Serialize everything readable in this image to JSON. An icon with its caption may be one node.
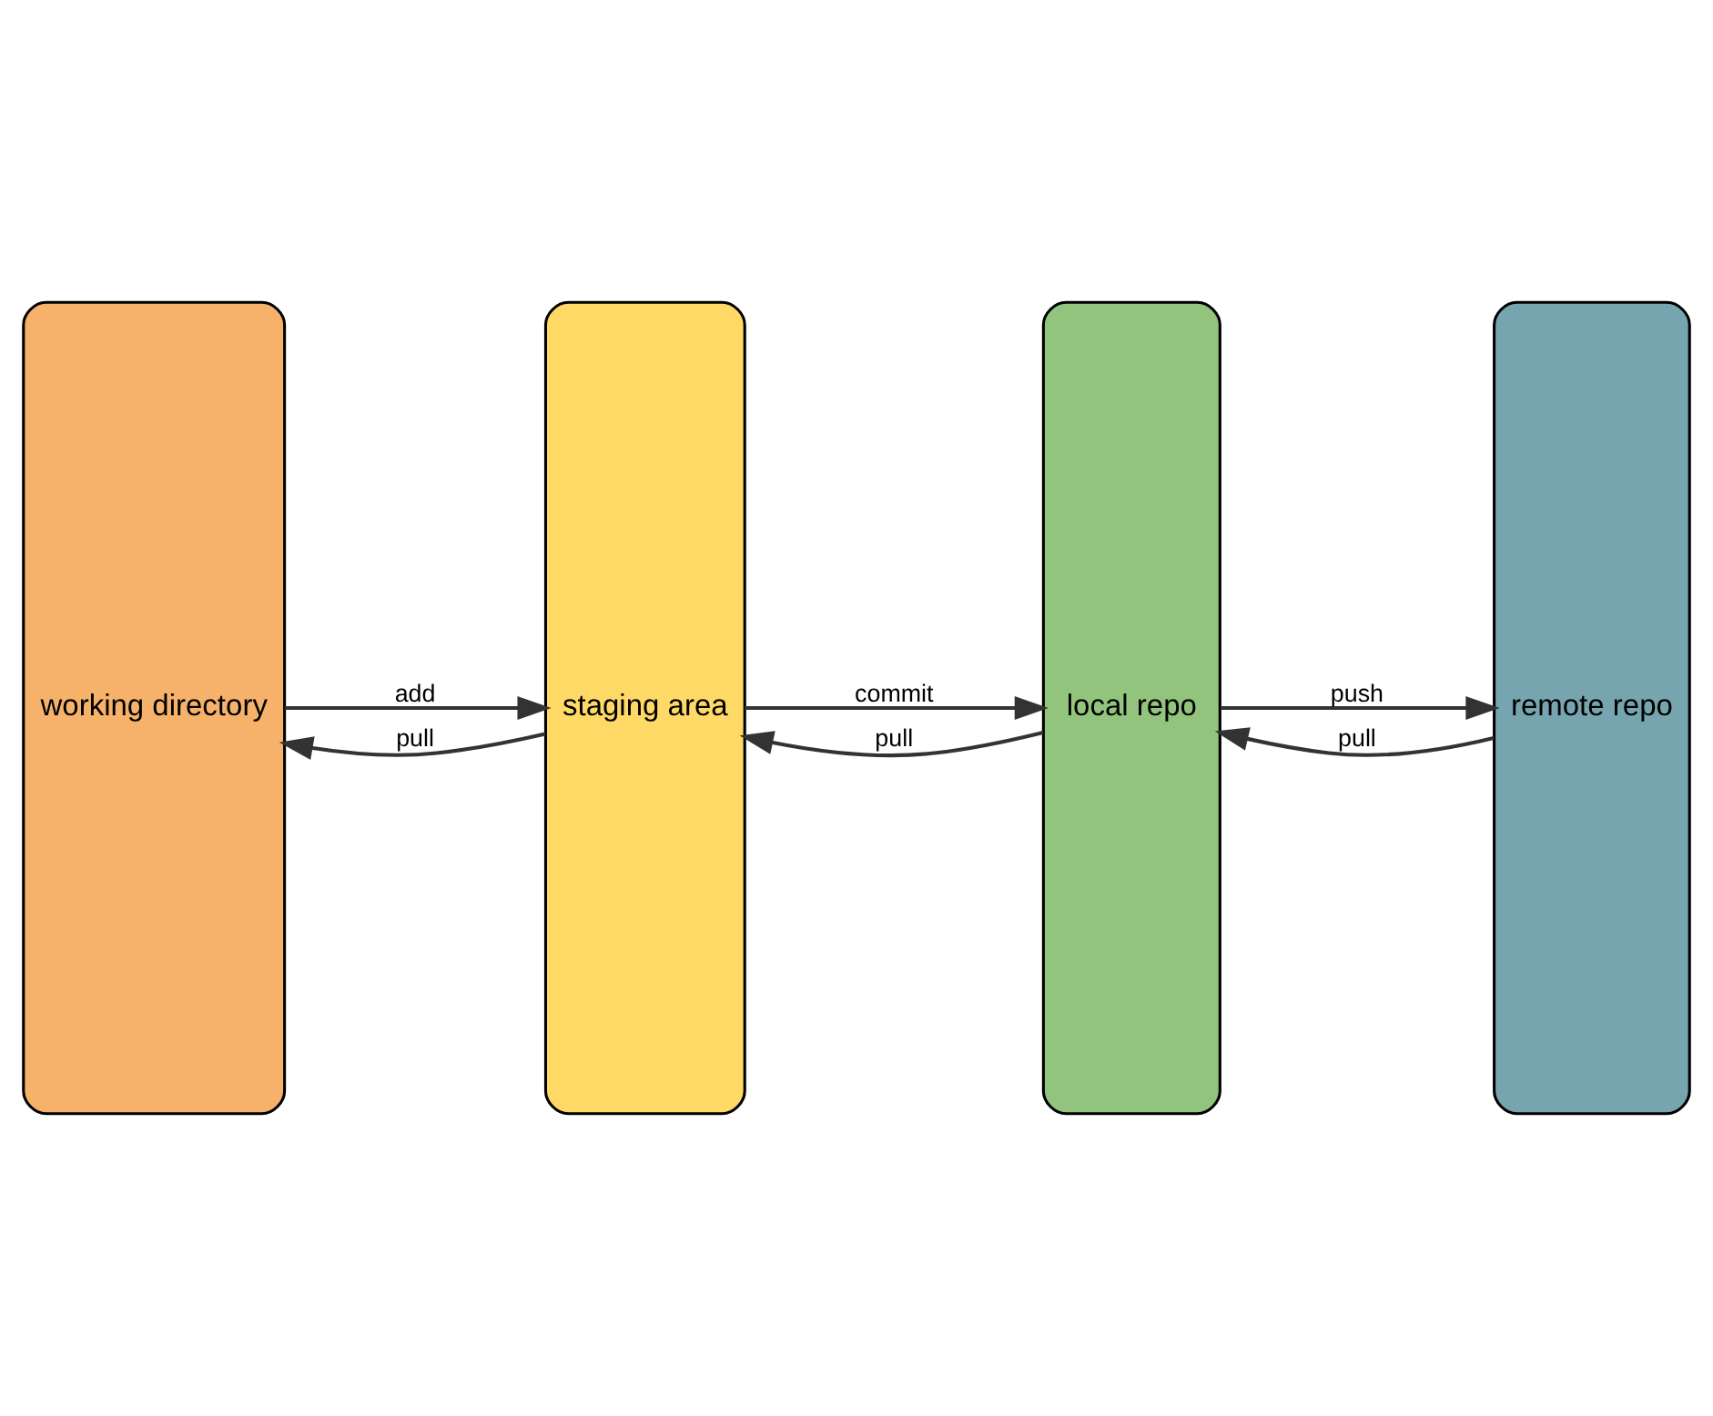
{
  "diagram": {
    "nodes": [
      {
        "text": [
          "working directory"
        ]
      },
      {
        "text": [
          "staging area"
        ]
      },
      {
        "text": [
          "local repo"
        ]
      },
      {
        "text": [
          "remote repo"
        ]
      }
    ],
    "edges": [
      {
        "from": 0,
        "to": 1,
        "arrow": "to",
        "label": "add"
      },
      {
        "from": 1,
        "to": 2,
        "arrow": "to",
        "label": "commit"
      },
      {
        "from": 2,
        "to": 3,
        "arrow": "to",
        "label": "push"
      },
      {
        "from": 3,
        "to": 2,
        "arrow": "to",
        "label": "pull"
      },
      {
        "from": 2,
        "to": 1,
        "arrow": "to",
        "label": "pull"
      },
      {
        "from": 1,
        "to": 0,
        "arrow": "to",
        "label": "pull"
      }
    ]
  }
}
